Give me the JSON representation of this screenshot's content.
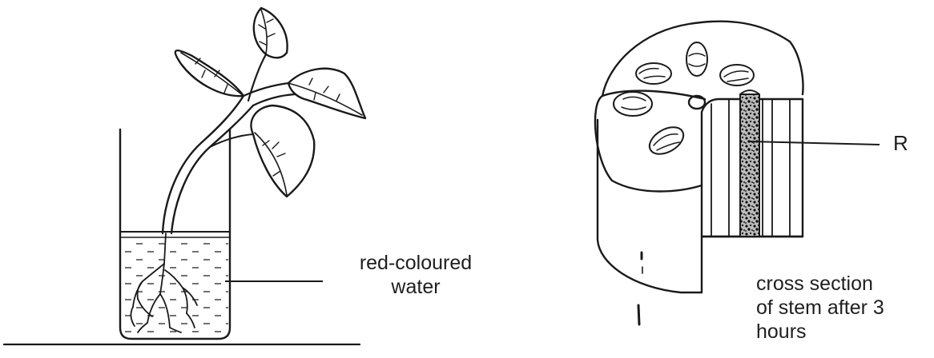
{
  "labels": {
    "water": [
      "red-coloured",
      "water"
    ],
    "r": "R",
    "caption": [
      "cross section",
      "of stem after 3",
      "hours"
    ]
  },
  "colors": {
    "ink": "#1a1a1a",
    "background": "#ffffff",
    "stain": "#444444"
  }
}
